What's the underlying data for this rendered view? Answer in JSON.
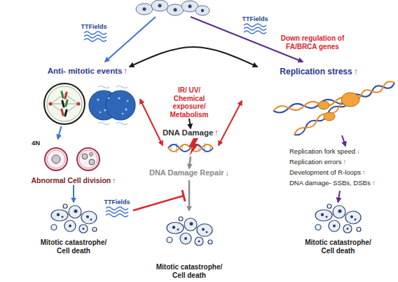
{
  "diagram": {
    "nodes": [
      {
        "text": [
          "Anti- mitotic events",
          "↑"
        ]
      },
      {
        "text": [
          "Replication stress",
          "↑"
        ]
      },
      {
        "text": [
          "IR/ UV/ Chemical exposure/ Metabolism"
        ]
      },
      {
        "text": [
          "DNA Damage",
          "↑"
        ]
      },
      {
        "text": [
          "Abnormal Cell division",
          "↑"
        ]
      },
      {
        "text": [
          "DNA Damage Repair",
          "↓"
        ]
      },
      {
        "text": [
          "Replication fork speed",
          "↓",
          "Replication errors",
          "↑",
          "Development of R-loops",
          "↑",
          "DNA damage- SSBs, DSBs",
          "↑"
        ]
      },
      {
        "text": [
          "Mitotic catastrophe/ Cell death"
        ]
      },
      {
        "text": [
          "Mitotic catastrophe/ Cell death"
        ]
      },
      {
        "text": [
          "Mitotic catastrophe/ Cell death"
        ]
      }
    ],
    "edges": [
      {
        "from": 0,
        "to": 1,
        "arrow": "both"
      },
      {
        "from": 0,
        "to": 3,
        "arrow": "both"
      },
      {
        "from": 1,
        "to": 3,
        "arrow": "both"
      },
      {
        "from": 2,
        "to": 3,
        "arrow": "to"
      },
      {
        "from": 3,
        "to": 5,
        "arrow": "to"
      },
      {
        "from": 5,
        "to": 8,
        "arrow": "to"
      },
      {
        "from": 0,
        "to": 4,
        "arrow": "to"
      },
      {
        "from": 4,
        "to": 7,
        "arrow": "to"
      },
      {
        "from": 1,
        "to": 6,
        "arrow": "to"
      },
      {
        "from": 6,
        "to": 9,
        "arrow": "to"
      }
    ],
    "labels": [
      "TTFields",
      "TTFields",
      "Down regulation of FA/BRCA genes",
      "4N",
      "TTFields"
    ]
  }
}
